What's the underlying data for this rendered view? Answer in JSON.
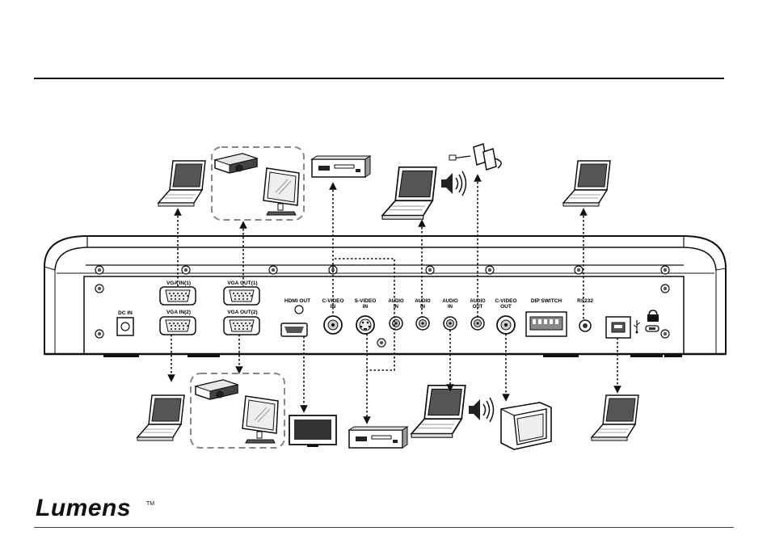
{
  "brand": {
    "logo_text": "Lumens",
    "trademark": "TM"
  },
  "panel_labels": {
    "dc_in": "DC IN",
    "vga_in_1": "VGA IN(1)",
    "vga_in_2": "VGA IN(2)",
    "vga_out_1": "VGA OUT(1)",
    "vga_out_2": "VGA OUT(2)",
    "hdmi_out": "HDMI OUT",
    "c_video_in_1": "C-VIDEO",
    "c_video_in_2": "IN",
    "s_video_in_1": "S-VIDEO",
    "s_video_in_2": "IN",
    "audio_in_a_1": "AUDIO",
    "audio_in_a_2": "IN",
    "audio_in_b_1": "AUDIO",
    "audio_in_b_2": "IN",
    "audio_in_c_1": "AUDIO",
    "audio_in_c_2": "IN",
    "audio_out_1": "AUDIO",
    "audio_out_2": "OUT",
    "c_video_out_1": "C-VIDEO",
    "c_video_out_2": "OUT",
    "dip_switch": "DIP SWITCH",
    "rs232": "RS232"
  },
  "icons": [
    "laptop-icon",
    "projector-icon",
    "monitor-icon",
    "vcr-icon",
    "speaker-icon",
    "headphones-icon",
    "tv-icon",
    "crt-tv-icon",
    "lock-icon",
    "usb-icon"
  ]
}
